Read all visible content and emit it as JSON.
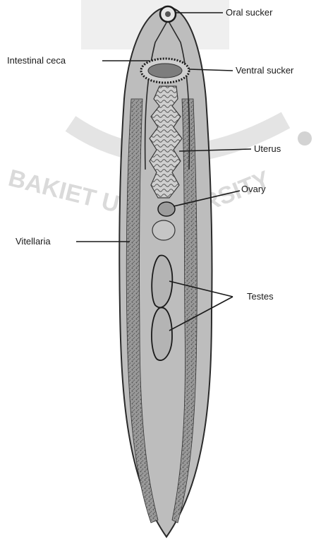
{
  "diagram": {
    "labels": {
      "oral_sucker": "Oral sucker",
      "intestinal_ceca": "Intestinal ceca",
      "ventral_sucker": "Ventral sucker",
      "uterus": "Uterus",
      "ovary": "Ovary",
      "vitellaria": "Vitellaria",
      "testes": "Testes"
    },
    "watermark": {
      "left_text": "BAKIET U",
      "right_text": "RSITY"
    }
  },
  "colors": {
    "ink": "#1a1a1a",
    "body_fill": "#bdbdbd",
    "vitellaria_fill": "#8e8e8e",
    "watermark": "#d6d6d6"
  }
}
